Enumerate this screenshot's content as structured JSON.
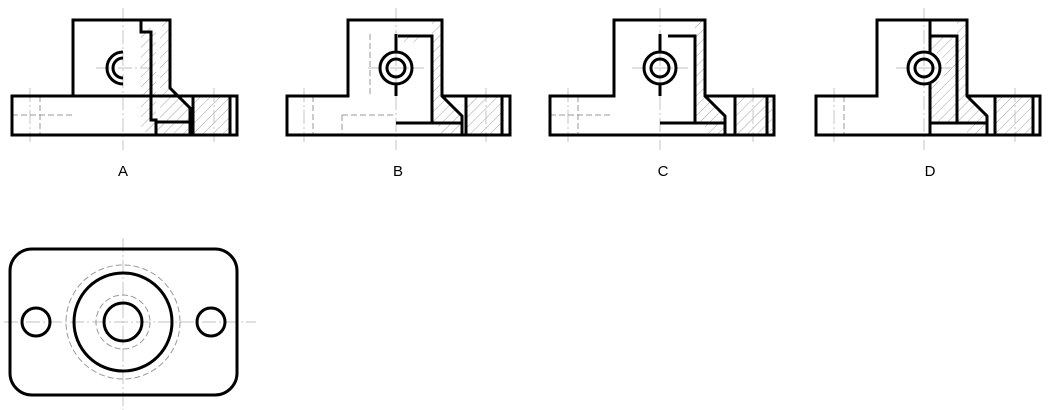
{
  "options": [
    {
      "label": "A"
    },
    {
      "label": "B"
    },
    {
      "label": "C"
    },
    {
      "label": "D"
    }
  ],
  "colors": {
    "line": "#000000",
    "hidden_line": "#9a9a9a",
    "center_line": "#c0c0c0",
    "background": "#ffffff"
  }
}
